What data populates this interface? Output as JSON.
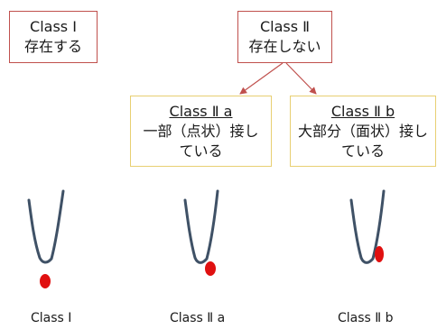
{
  "boxes": {
    "class1": {
      "line1": "Class Ⅰ",
      "line2": "存在する"
    },
    "class2": {
      "line1": "Class Ⅱ",
      "line2": "存在しない"
    },
    "class2a": {
      "title": "Class Ⅱ a",
      "line1": "一部（点状）接し",
      "line2": "ている"
    },
    "class2b": {
      "title": "Class Ⅱ b",
      "line1": "大部分（面状）接し",
      "line2": "ている"
    }
  },
  "captions": {
    "class1": "Class Ⅰ",
    "class2a": "Class Ⅱ a",
    "class2b": "Class Ⅱ b"
  },
  "colors": {
    "box_border_red": "#c0504d",
    "box_border_yellow": "#e8cf72",
    "arrow": "#c0504d",
    "curve": "#3f5166",
    "dot": "#e01010"
  }
}
